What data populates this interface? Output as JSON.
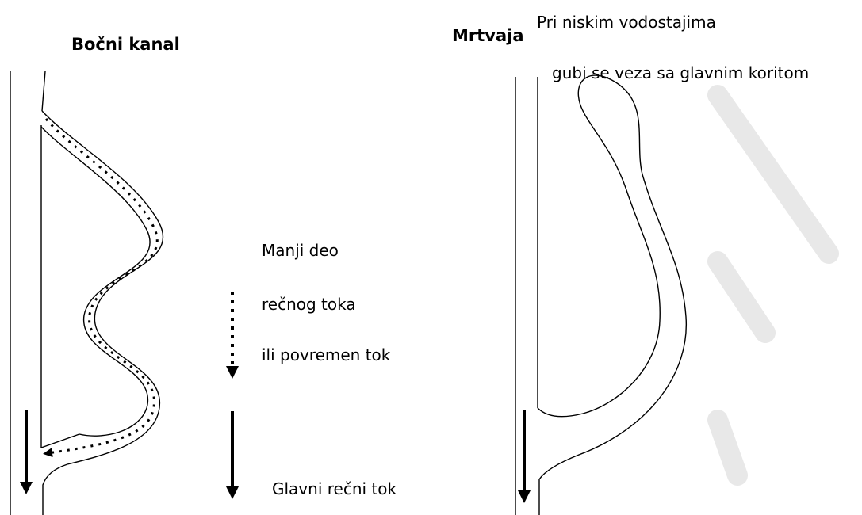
{
  "left_panel": {
    "title": "Bočni kanal"
  },
  "right_panel": {
    "title": "Mrtvaja",
    "note_line1": "Pri niskim vodostajima",
    "note_line2": "gubi se veza sa glavnim koritom"
  },
  "legend": {
    "dotted_line1": "Manji deo",
    "dotted_line2": "rečnog toka",
    "dotted_line3": "ili povremen tok",
    "solid_label": "Glavni rečni tok"
  },
  "colors": {
    "line": "#000000",
    "watermark": "#e6e6e6"
  }
}
